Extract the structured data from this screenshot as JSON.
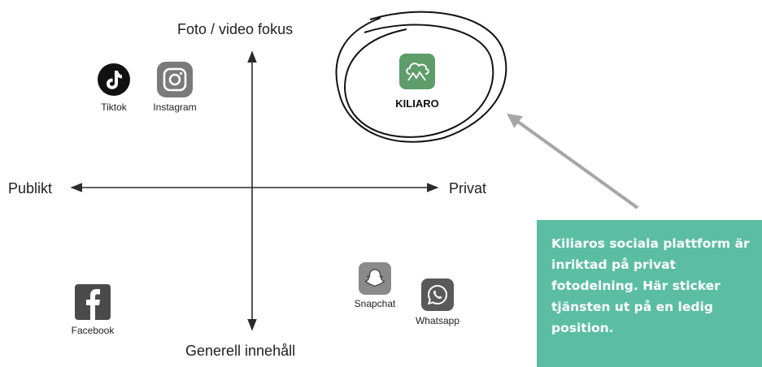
{
  "axes": {
    "top": "Foto / video fokus",
    "bottom": "Generell innehåll",
    "left": "Publikt",
    "right": "Privat"
  },
  "apps": {
    "tiktok": {
      "name": "Tiktok",
      "icon": "tiktok-icon"
    },
    "instagram": {
      "name": "Instagram",
      "icon": "instagram-icon"
    },
    "kiliaro": {
      "name": "KILIARO",
      "icon": "kiliaro-cloud-icon"
    },
    "facebook": {
      "name": "Facebook",
      "icon": "facebook-icon"
    },
    "snapchat": {
      "name": "Snapchat",
      "icon": "snapchat-icon"
    },
    "whatsapp": {
      "name": "Whatsapp",
      "icon": "whatsapp-icon"
    }
  },
  "callout": {
    "text": "Kiliaros sociala plattform är inriktad på privat fotodelning. Här sticker tjänsten ut på en ledig position.",
    "background": "#5bbea2"
  },
  "colors": {
    "kiliaro_green": "#5e9c6a",
    "pointer_arrow": "#a6a6a6",
    "axis": "#2b2b2b"
  }
}
